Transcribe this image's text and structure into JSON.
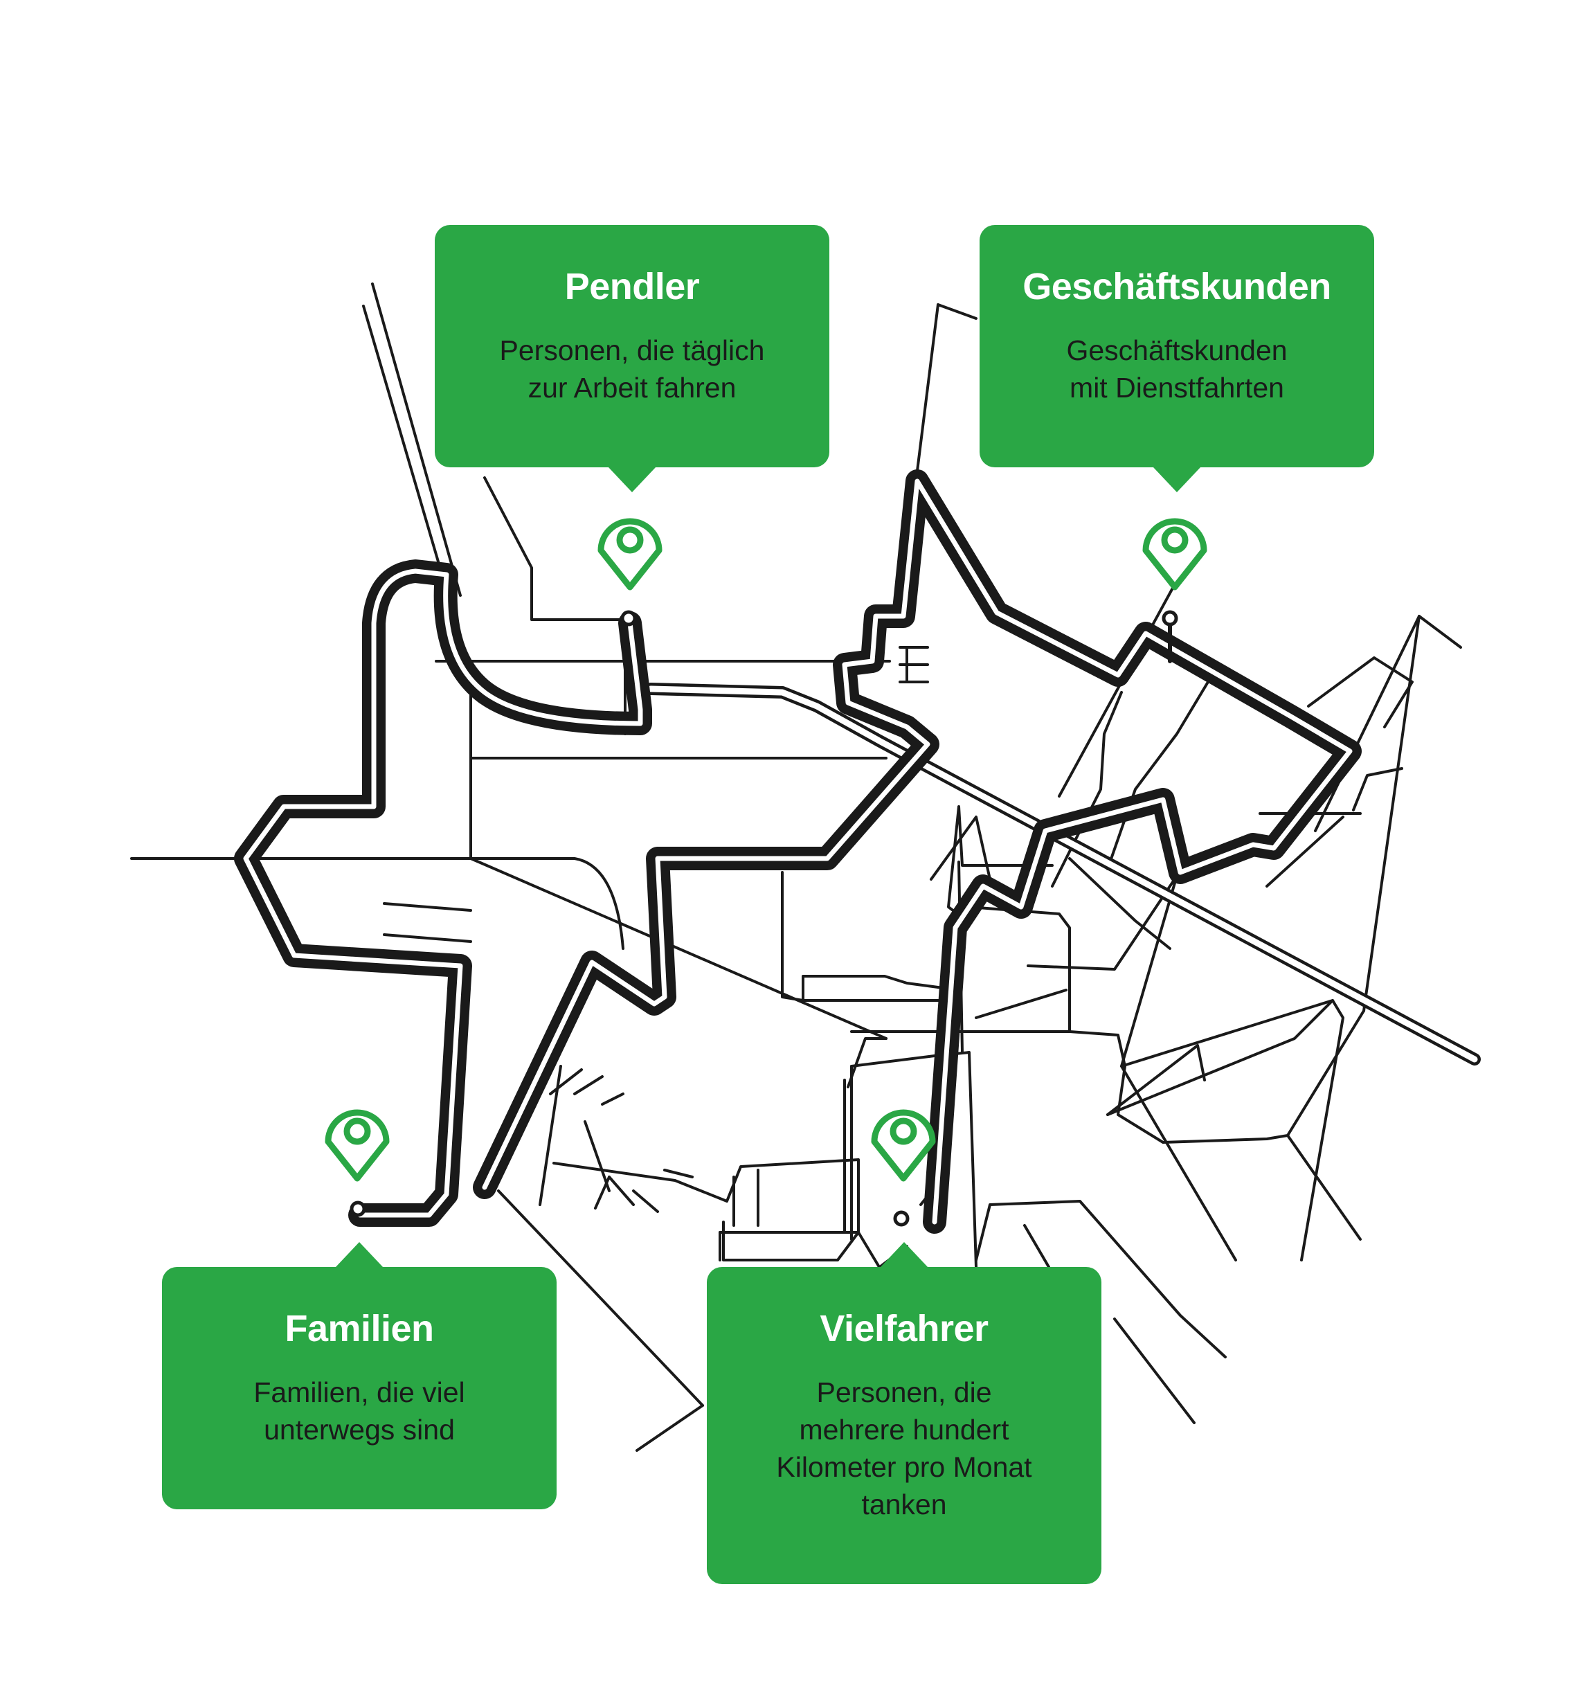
{
  "colors": {
    "accent": "#2aa745",
    "road": "#1a1a1a",
    "background": "#ffffff"
  },
  "icons": {
    "marker": "map-pin-icon"
  },
  "callouts": {
    "pendler": {
      "title": "Pendler",
      "text": "Personen, die täglich\nzur Arbeit fahren"
    },
    "geschaeftskunden": {
      "title": "Geschäftskunden",
      "text": "Geschäftskunden\nmit Dienstfahrten"
    },
    "familien": {
      "title": "Familien",
      "text": "Familien, die viel\nunterwegs sind"
    },
    "vielfahrer": {
      "title": "Vielfahrer",
      "text": "Personen, die\nmehrere hundert\nKilometer pro Monat\ntanken"
    }
  }
}
